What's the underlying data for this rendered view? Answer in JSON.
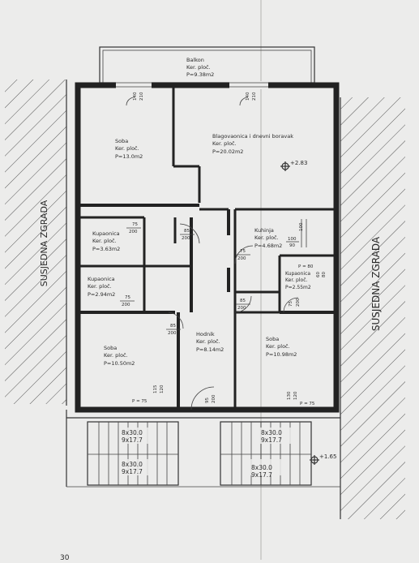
{
  "neighbor_left": "SUSJEDNA ZGRADA",
  "neighbor_right": "SUSJEDNA ZGRADA",
  "balcony": {
    "name": "Balkon",
    "floor": "Ker. ploč.",
    "area": "P=9.38m2"
  },
  "rooms": {
    "soba_top": {
      "name": "Soba",
      "floor": "Ker. ploč.",
      "area": "P=13.0m2"
    },
    "living": {
      "name": "Blagovaonica i dnevni boravak",
      "floor": "Ker. ploč.",
      "area": "P=20.02m2"
    },
    "bath1": {
      "name": "Kupaonica",
      "floor": "Ker. ploč.",
      "area": "P=3.63m2"
    },
    "bath2": {
      "name": "Kupaonica",
      "floor": "Ker. ploč.",
      "area": "P=2.94m2"
    },
    "kitchen": {
      "name": "Kuhinja",
      "floor": "Ker. ploč.",
      "area": "P=4.68m2"
    },
    "bath3": {
      "name": "Kupaonica",
      "floor": "Ker. ploč.",
      "area": "P=2.55m2"
    },
    "soba_bl": {
      "name": "Soba",
      "floor": "Ker. ploč.",
      "area": "P=10.50m2"
    },
    "hall": {
      "name": "Hodnik",
      "floor": "Ker. ploč.",
      "area": "P=8.14m2"
    },
    "soba_br": {
      "name": "Soba",
      "floor": "Ker. ploč.",
      "area": "P=10.98m2"
    }
  },
  "elevations": {
    "main": "+2.83",
    "stairs": "+1.65"
  },
  "door_dims": {
    "balcony_left_w": "140",
    "balcony_left_h": "210",
    "balcony_right_w": "140",
    "balcony_right_h": "210",
    "bath1_w": "75",
    "bath1_h": "200",
    "bath2_w": "75",
    "bath2_h": "200",
    "hall_top_w": "85",
    "hall_top_h": "200",
    "hall_left_w": "85",
    "hall_left_h": "200",
    "kitchen_w": "75",
    "kitchen_h": "200",
    "kitchen_win_w": "100",
    "kitchen_win_h": "90",
    "kitchen_win_side": "100",
    "bath3_p": "P = 80",
    "bath3_win": "60",
    "bath3_win2": "80",
    "bath3_door_w": "75",
    "bath3_door_h": "200",
    "soba_br_door_w": "85",
    "soba_br_door_h": "200",
    "entry_w": "95",
    "entry_h": "200",
    "soba_bl_win_w": "115",
    "soba_bl_win_h": "120",
    "soba_br_win_w": "130",
    "soba_br_win_h": "120",
    "soba_bl_p": "P = 75",
    "soba_br_p": "P = 75"
  },
  "stairs": {
    "flight_a1": "8x30.0",
    "flight_a2": "9x17.7",
    "flight_b1": "8x30.0",
    "flight_b2": "9x17.7",
    "flight_c1": "8x30.0",
    "flight_c2": "9x17.7",
    "flight_d1": "8x30.0",
    "flight_d2": "9x17.7"
  },
  "page_number": "30"
}
